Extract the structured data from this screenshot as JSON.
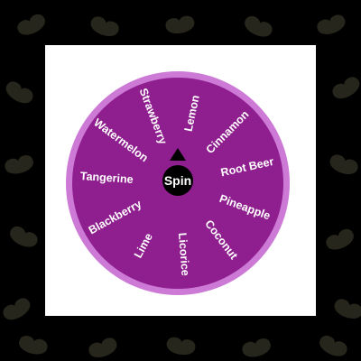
{
  "colors": {
    "background": "#000000",
    "bean": "#26261c",
    "panel": "#ffffff",
    "wheel_rim": "#cc7ad6",
    "wheel_face": "#8f1e8f",
    "label": "#ffffff",
    "spin_button": "#000000"
  },
  "background_icon": "jelly-bean-icon",
  "wheel": {
    "spin_label": "Spin",
    "segments": [
      "Lemon",
      "Cinnamon",
      "Root Beer",
      "Pineapple",
      "Coconut",
      "Licorice",
      "Lime",
      "Blackberry",
      "Tangerine",
      "Watermelon",
      "Strawberry"
    ]
  }
}
